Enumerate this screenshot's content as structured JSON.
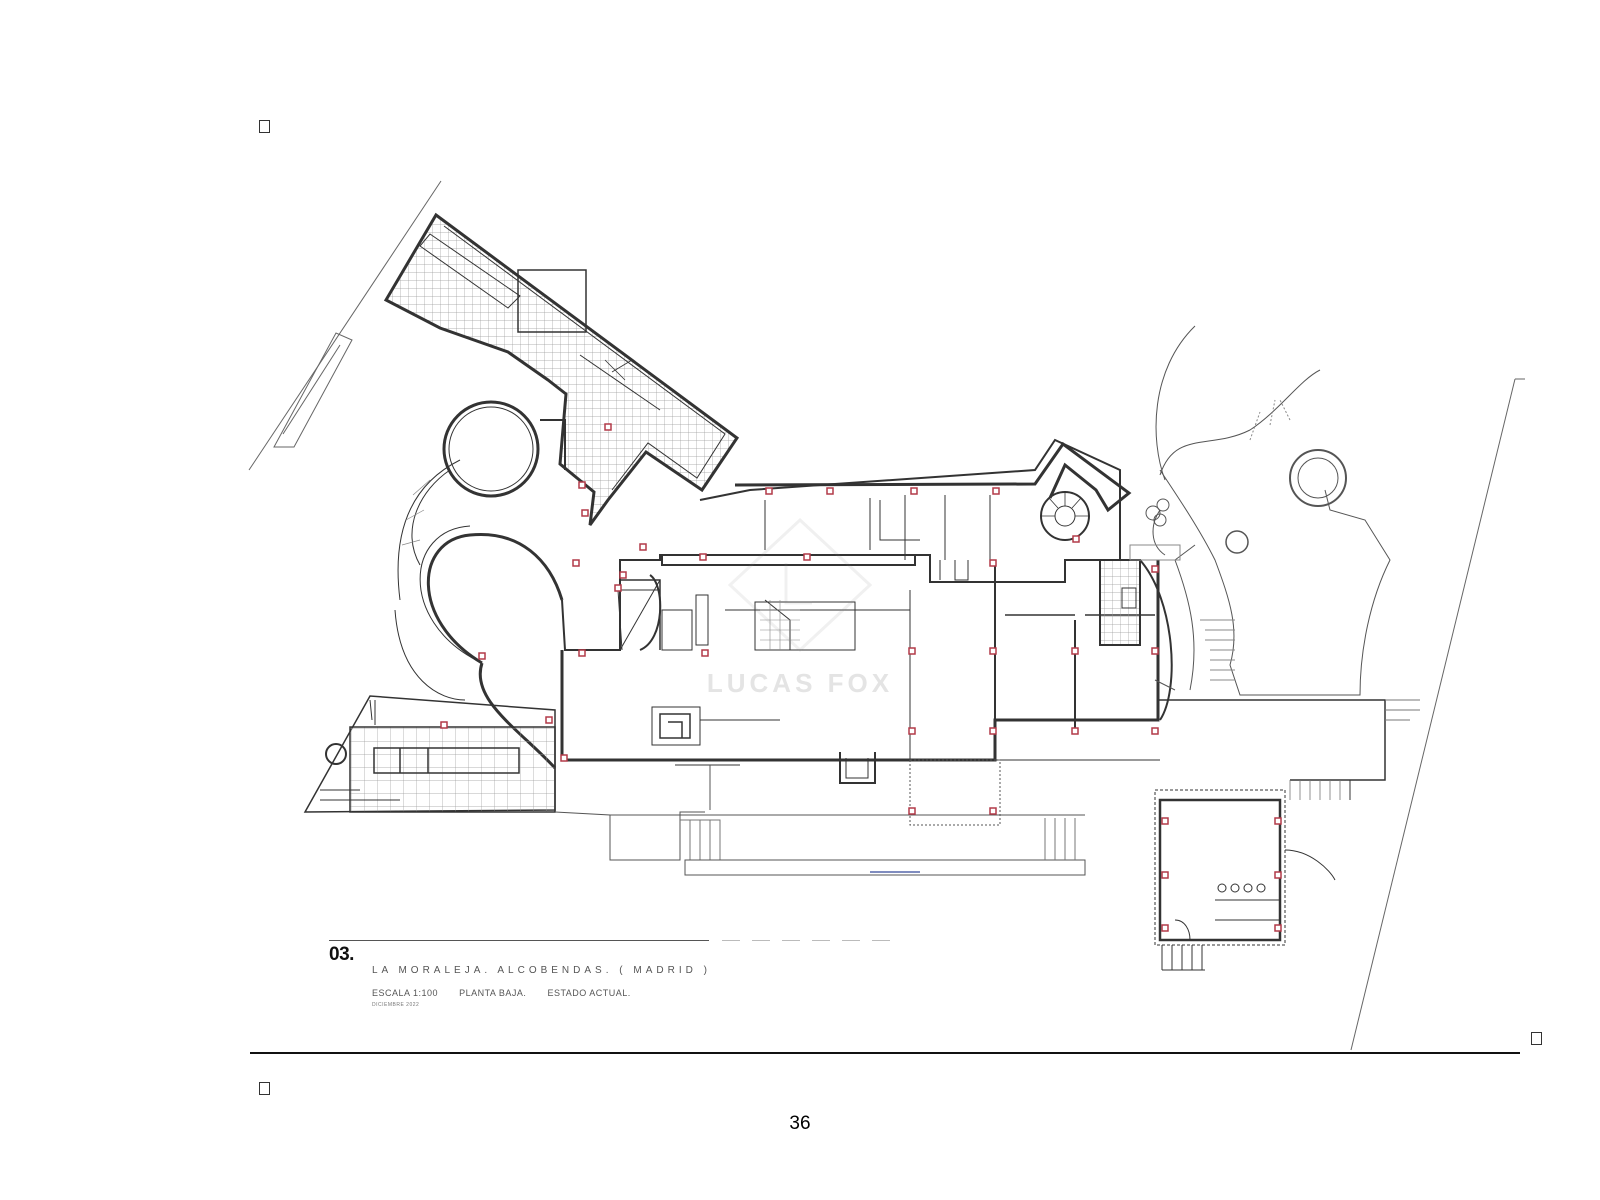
{
  "title_block": {
    "sheet_number": "03.",
    "project": "LA MORALEJA. ALCOBENDAS. ( MADRID )",
    "scale": "ESCALA 1:100",
    "floor": "PLANTA BAJA.",
    "state": "ESTADO ACTUAL.",
    "date": "DICIEMBRE 2022"
  },
  "watermark": "LUCAS FOX",
  "page": {
    "number": "36"
  },
  "colors": {
    "wall": "#333333",
    "line": "#555555",
    "column_marker": "#b23a48",
    "tile": "#9a9a9a"
  }
}
